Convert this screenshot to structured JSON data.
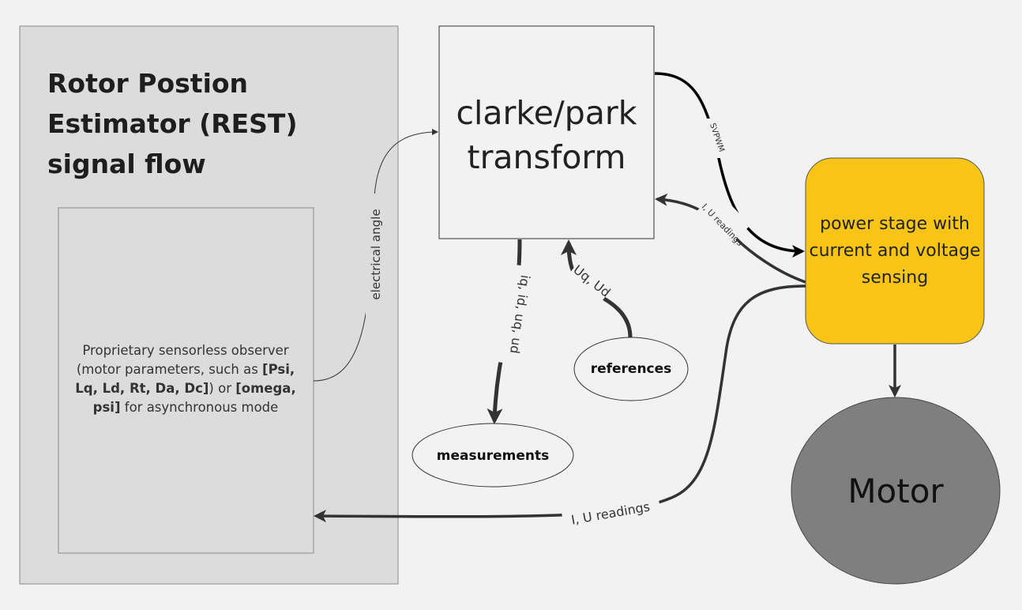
{
  "rest_block": {
    "title": "Rotor Postion Estimator (REST) signal flow"
  },
  "observer": {
    "text_1": "Proprietary sensorless observer (motor parameters, such as ",
    "bold_1": "[Psi, Lq, Ld, Rt, Da, Dc]",
    "text_2": ") or ",
    "bold_2": "[omega, psi]",
    "text_3": " for asynchronous mode"
  },
  "clarke_park": {
    "label": "clarke/park transform"
  },
  "power_stage": {
    "label": "power stage with current and voltage sensing",
    "fill_color": "#f8c516"
  },
  "motor": {
    "label": "Motor",
    "fill_color": "#7f7f7f"
  },
  "measurements": {
    "label": "measurements"
  },
  "references": {
    "label": "references"
  },
  "edge_labels": {
    "electrical_angle": "electrical angle",
    "svpwm": "SVPWM",
    "iu_readings_small": "I, U readings",
    "iu_readings_large": "I, U readings",
    "iq_id_uq_ud": "iq, id, uq, ud",
    "uq_ud": "Uq, Ud"
  }
}
